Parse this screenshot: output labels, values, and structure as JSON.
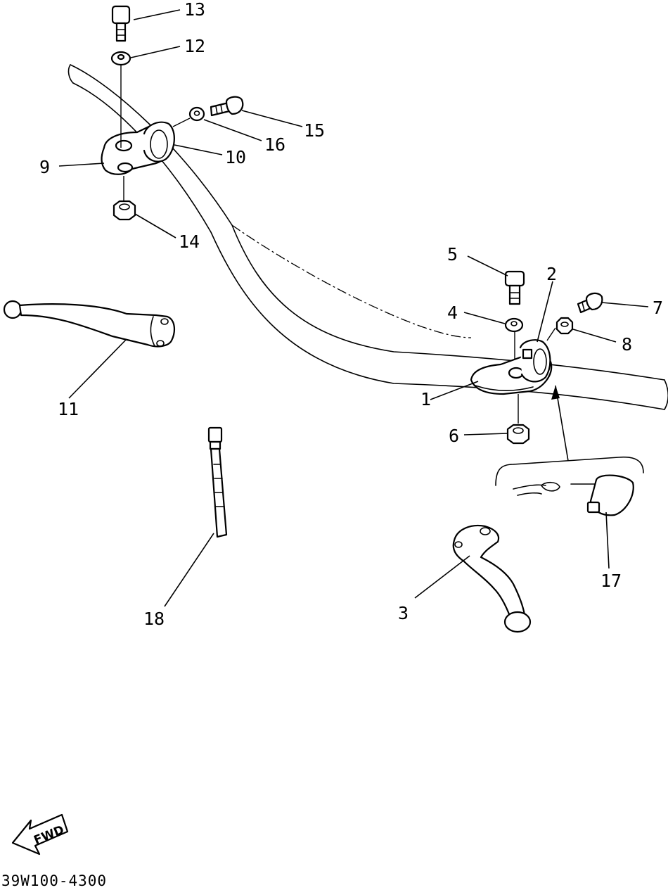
{
  "diagram": {
    "callouts": [
      {
        "id": "1",
        "label": "1"
      },
      {
        "id": "2",
        "label": "2"
      },
      {
        "id": "3",
        "label": "3"
      },
      {
        "id": "4",
        "label": "4"
      },
      {
        "id": "5",
        "label": "5"
      },
      {
        "id": "6",
        "label": "6"
      },
      {
        "id": "7",
        "label": "7"
      },
      {
        "id": "8",
        "label": "8"
      },
      {
        "id": "9",
        "label": "9"
      },
      {
        "id": "10",
        "label": "10"
      },
      {
        "id": "11",
        "label": "11"
      },
      {
        "id": "12",
        "label": "12"
      },
      {
        "id": "13",
        "label": "13"
      },
      {
        "id": "14",
        "label": "14"
      },
      {
        "id": "15",
        "label": "15"
      },
      {
        "id": "16",
        "label": "16"
      },
      {
        "id": "17",
        "label": "17"
      },
      {
        "id": "18",
        "label": "18"
      }
    ],
    "direction_label": "FWD",
    "drawing_code": "39W100-4300"
  }
}
